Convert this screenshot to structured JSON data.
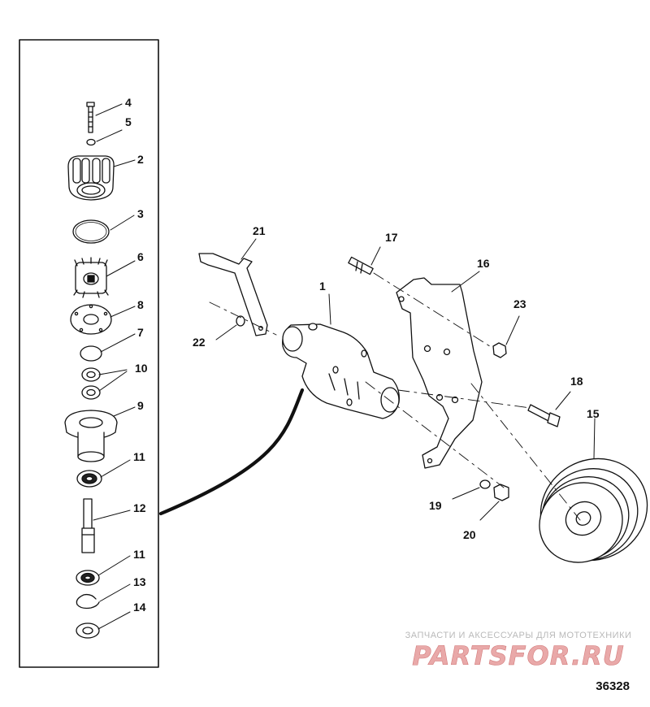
{
  "diagram": {
    "callouts": [
      "1",
      "2",
      "3",
      "4",
      "5",
      "6",
      "7",
      "8",
      "9",
      "10",
      "11",
      "11",
      "12",
      "13",
      "14",
      "15",
      "16",
      "17",
      "18",
      "19",
      "20",
      "21",
      "22",
      "23"
    ],
    "figure_code": "36328"
  },
  "watermark": {
    "caption": "ЗАПЧАСТИ И АКСЕССУАРЫ ДЛЯ МОТОТЕХНИКИ",
    "logo": "PARTSFOR.RU"
  }
}
